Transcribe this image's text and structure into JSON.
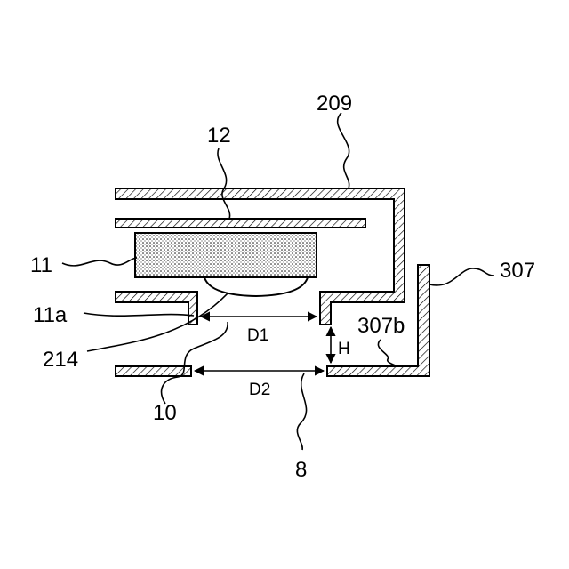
{
  "labels": {
    "l209": "209",
    "l12": "12",
    "l11": "11",
    "l11a": "11a",
    "l214": "214",
    "l10": "10",
    "l8": "8",
    "l307": "307",
    "l307b": "307b",
    "dimD1": "D1",
    "dimD2": "D2",
    "dimH": "H"
  }
}
